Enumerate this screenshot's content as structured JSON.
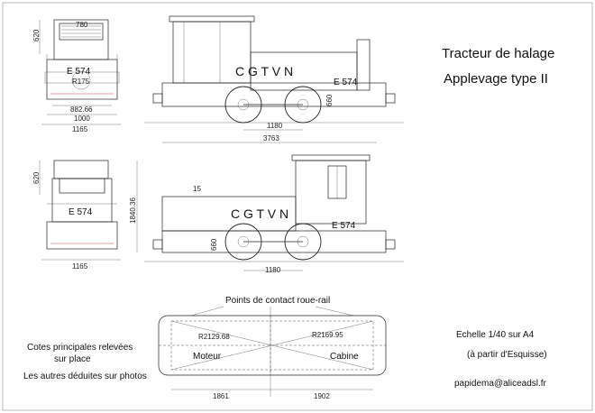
{
  "title": {
    "line1": "Tracteur de halage",
    "line2": "Applevage type II"
  },
  "markings": {
    "company": "C G T V N",
    "unit": "E 574"
  },
  "contact_label": "Points de contact roue-rail",
  "info": {
    "scale": "Echelle 1/40 sur A4",
    "source": "(à partir d'Esquisse)",
    "email": "papidema@aliceadsl.fr"
  },
  "notes": {
    "line1": "Cotes principales relevées",
    "line2": "sur place",
    "line3": "Les autres déduites sur photos"
  },
  "plan": {
    "left_label": "Moteur",
    "right_label": "Cabine",
    "radius_left": "R2129.68",
    "radius_right": "R2169.95"
  },
  "dimensions": {
    "front_width_top": "780",
    "front_height": "620",
    "front_radius": "R175",
    "front_track": "882.66",
    "front_width": "1000",
    "front_buffer_width": "1165",
    "side_wheelbase": "1180",
    "side_length": "3763",
    "side_wheel_height": "660",
    "side_small": "15",
    "rear_height_upper": "620",
    "rear_height": "1840.36",
    "rear_buffer_width": "1165",
    "side2_wheelbase": "1180",
    "side2_wheel_height": "660",
    "plan_left": "1861",
    "plan_right": "1902"
  }
}
